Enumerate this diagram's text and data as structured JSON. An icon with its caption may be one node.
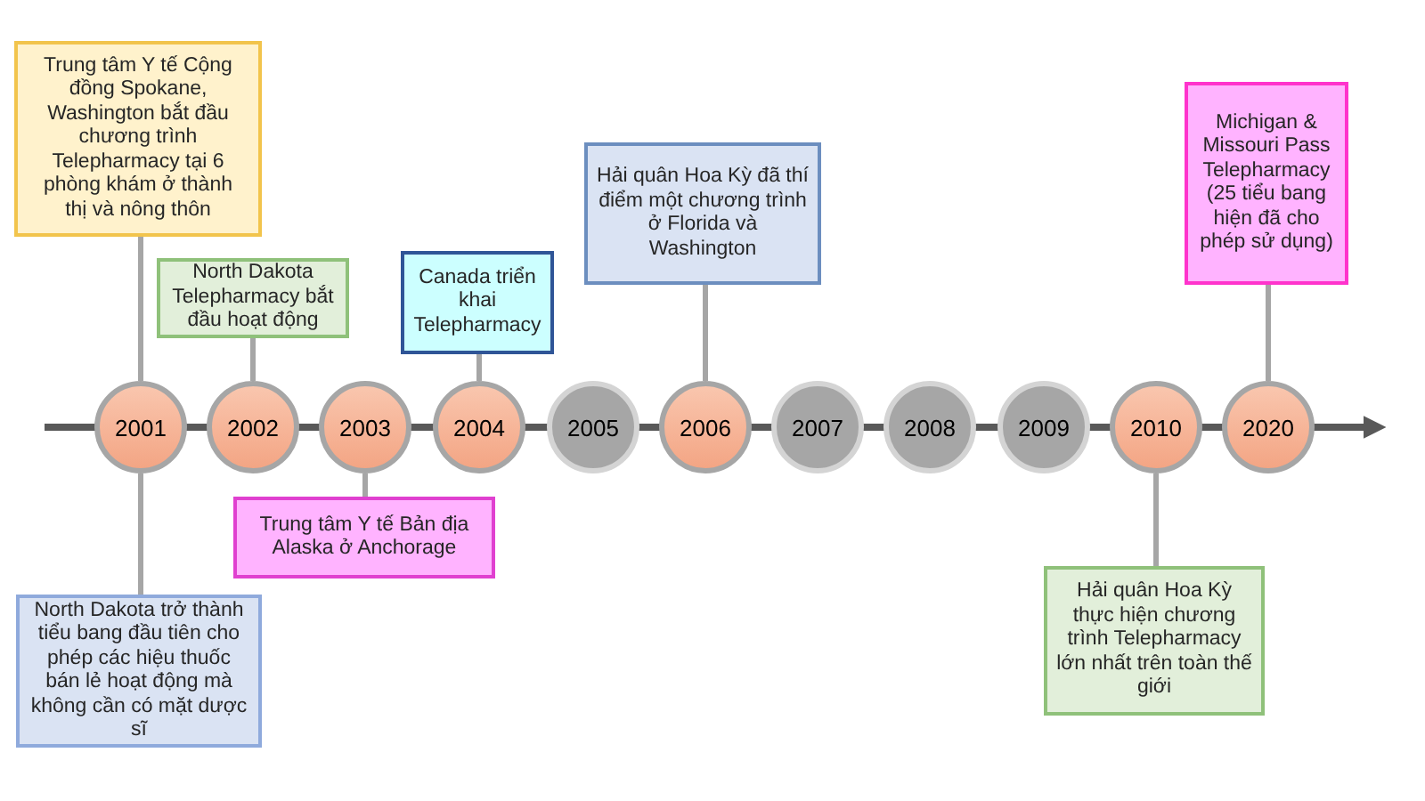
{
  "diagram": {
    "nodes": [
      {
        "text": [
          "Trung tâm Y tế Cộng đồng Spokane, Washington bắt đầu chương trình Telepharmacy tại 6 phòng khám ở thành thị và nông thôn"
        ]
      },
      {
        "text": [
          "North Dakota Telepharmacy bắt đầu hoạt động"
        ]
      },
      {
        "text": [
          "Canada triển khai Telepharmacy"
        ]
      },
      {
        "text": [
          "Hải quân Hoa Kỳ đã thí điểm một chương trình ở Florida và Washington"
        ]
      },
      {
        "text": [
          "Michigan & Missouri Pass Telepharmacy (25 tiểu bang hiện đã cho phép sử dụng)"
        ]
      },
      {
        "text": [
          "2001"
        ]
      },
      {
        "text": [
          "2002"
        ]
      },
      {
        "text": [
          "2003"
        ]
      },
      {
        "text": [
          "2004"
        ]
      },
      {
        "text": [
          "2005"
        ]
      },
      {
        "text": [
          "2006"
        ]
      },
      {
        "text": [
          "2007"
        ]
      },
      {
        "text": [
          "2008"
        ]
      },
      {
        "text": [
          "2009"
        ]
      },
      {
        "text": [
          "2010"
        ]
      },
      {
        "text": [
          "2020"
        ]
      },
      {
        "text": [
          "Trung tâm Y tế Bản địa Alaska ở Anchorage"
        ]
      },
      {
        "text": [
          "North Dakota trở thành tiểu bang đầu tiên cho phép các hiệu thuốc bán lẻ hoạt động mà không cần có mặt dược sĩ"
        ]
      },
      {
        "text": [
          "Hải quân Hoa Kỳ thực hiện chương trình Telepharmacy lớn nhất trên toàn thế giới"
        ]
      }
    ],
    "edges": [
      {
        "from": 0,
        "to": 5,
        "arrow": "none"
      },
      {
        "from": 1,
        "to": 6,
        "arrow": "none"
      },
      {
        "from": 2,
        "to": 8,
        "arrow": "none"
      },
      {
        "from": 3,
        "to": 10,
        "arrow": "none"
      },
      {
        "from": 4,
        "to": 15,
        "arrow": "none"
      },
      {
        "from": 16,
        "to": 7,
        "arrow": "none"
      },
      {
        "from": 17,
        "to": 5,
        "arrow": "none"
      },
      {
        "from": 18,
        "to": 14,
        "arrow": "none"
      }
    ]
  }
}
